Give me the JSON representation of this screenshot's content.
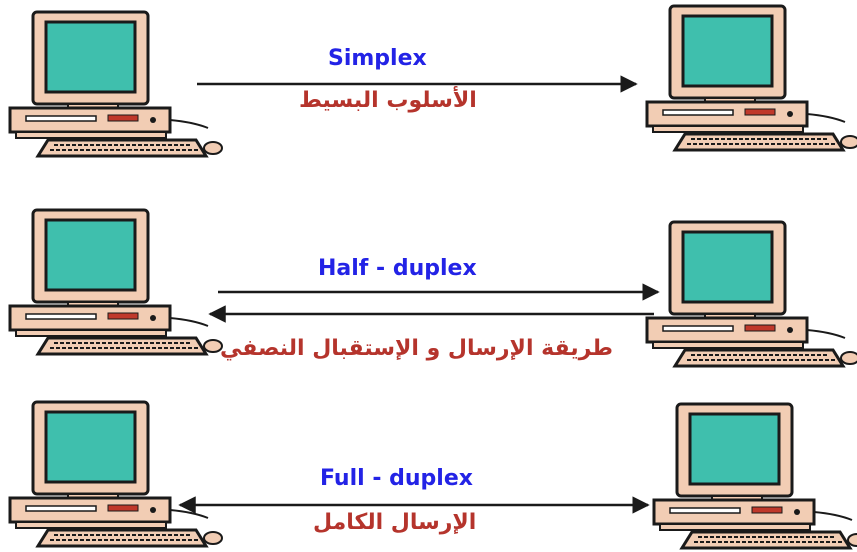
{
  "modes": [
    {
      "name_en": "Simplex",
      "name_ar": "الأسلوب البسيط",
      "direction": "one-way"
    },
    {
      "name_en": "Half - duplex",
      "name_ar": "طريقة الإرسال و الإستقبال النصفي",
      "direction": "two-way-alternating"
    },
    {
      "name_en": "Full - duplex",
      "name_ar": "الإرسال الكامل",
      "direction": "two-way-simultaneous"
    }
  ],
  "colors": {
    "english_label": "#2323e6",
    "arabic_label": "#b5342c",
    "screen": "#3fbfad",
    "casing": "#f2cdb4",
    "outline": "#1a1a1a"
  },
  "icons": [
    "computer-icon"
  ]
}
